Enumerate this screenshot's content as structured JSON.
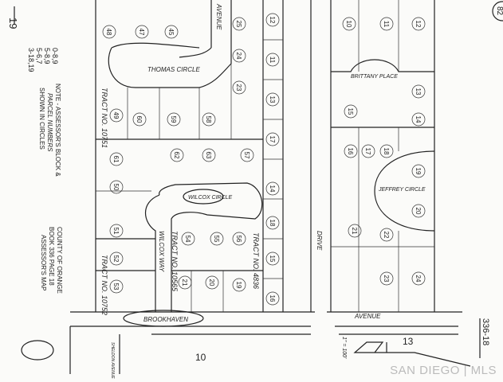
{
  "map": {
    "page_number_left": "19",
    "revision_notes": [
      "3-18,19",
      "5-6,7",
      "5-8,9",
      "0-8,9"
    ],
    "note": [
      "NOTE - ASSESSOR'S BLOCK &",
      "PARCEL NUMBERS",
      "SHOWN IN CIRCLES"
    ],
    "title_block": [
      "ASSESSOR'S MAP",
      "BOOK 336 PAGE 18",
      "COUNTY OF ORANGE"
    ],
    "map_id": "336-18",
    "scale": "1\" = 100'",
    "streets": {
      "avenue_top": "AVENUE",
      "thomas_circle": "THOMAS CIRCLE",
      "wilcox_circle": "WILCOX CIRCLE",
      "wilcox_way": "WILCOX WAY",
      "brittany_place": "BRITTANY PLACE",
      "jeffrey_circle": "JEFFREY CIRCLE",
      "drive": "DRIVE",
      "avenue_bottom": "AVENUE",
      "brookhaven": "BROOKHAVEN",
      "sheldon_avenue": "SHELDON AVENUE"
    },
    "tracts": [
      "TRACT NO. 10751",
      "TRACT NO. 10565",
      "TRACT NO. 10752",
      "TRACT NO. 4836"
    ],
    "block_numbers": [
      "10",
      "13",
      "82"
    ],
    "parcels": [
      "48",
      "47",
      "45",
      "25",
      "24",
      "23",
      "49",
      "60",
      "59",
      "58",
      "57",
      "61",
      "62",
      "63",
      "50",
      "51",
      "52",
      "53",
      "54",
      "55",
      "56",
      "21",
      "20",
      "19",
      "12",
      "11",
      "13",
      "14",
      "15",
      "16",
      "17",
      "18",
      "10",
      "11",
      "12",
      "13",
      "14",
      "15",
      "16",
      "17",
      "18",
      "19",
      "20",
      "21",
      "22",
      "23",
      "24"
    ],
    "watermark": "SAN DIEGO | MLS"
  }
}
